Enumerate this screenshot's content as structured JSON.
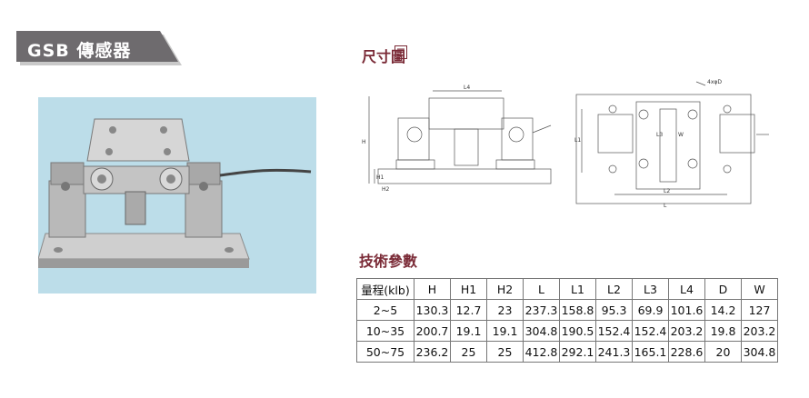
{
  "title": "GSB 傳感器",
  "dimensions_heading": "尺寸圖",
  "dimensions_icon": "document-icon",
  "drawing_labels": {
    "L4": "L4",
    "H": "H",
    "H1": "H1",
    "H2": "H2",
    "L1": "L1",
    "L3": "L3",
    "L2": "L2",
    "L": "L",
    "W": "W",
    "D": "4xφD"
  },
  "parameters_heading": "技術參數",
  "table": {
    "headers": [
      "量程(klb)",
      "H",
      "H1",
      "H2",
      "L",
      "L1",
      "L2",
      "L3",
      "L4",
      "D",
      "W"
    ],
    "rows": [
      [
        "2~5",
        "130.3",
        "12.7",
        "23",
        "237.3",
        "158.8",
        "95.3",
        "69.9",
        "101.6",
        "14.2",
        "127"
      ],
      [
        "10~35",
        "200.7",
        "19.1",
        "19.1",
        "304.8",
        "190.5",
        "152.4",
        "152.4",
        "203.2",
        "19.8",
        "203.2"
      ],
      [
        "50~75",
        "236.2",
        "25",
        "25",
        "412.8",
        "292.1",
        "241.3",
        "165.1",
        "228.6",
        "20",
        "304.8"
      ]
    ]
  },
  "colors": {
    "tab": "#6e6b6e",
    "heading": "#7a2a36",
    "photo_bg": "#bcdde9"
  }
}
